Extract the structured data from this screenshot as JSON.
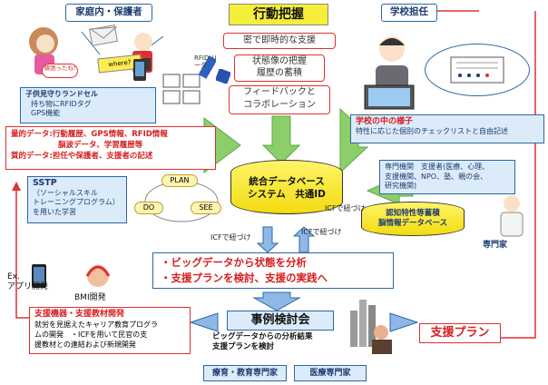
{
  "home_guardian": {
    "title": "家庭内・保護者",
    "bubble": "積張ったね!",
    "label": "where?"
  },
  "randoseru": {
    "title": "子供見守りランドセル",
    "line1": "持ち物にRFIDタグ",
    "line2": "GPS機能"
  },
  "rfid": {
    "tag": "RFID リーダ"
  },
  "action": {
    "title": "行動把握",
    "item1": "密で即時的な支援",
    "item2a": "状態像の把握",
    "item2b": "履歴の蓄積",
    "item3a": "フィードバックと",
    "item3b": "コラボレーション"
  },
  "teacher": {
    "title": "学校担任"
  },
  "school": {
    "title": "学校の中の様子",
    "line": "特性に応じた個別のチェックリストと自由記述"
  },
  "data_box": {
    "line1_label": "量的データ:",
    "line1_text": "行動履歴、GPS情報、RFID情報",
    "line2_text": "脳波データ、学習履歴等",
    "line3_label": "質的データ:",
    "line3_text": "担任や保護者、支援者の記述"
  },
  "sstp": {
    "title": "SSTP",
    "line1": "（ソーシャルスキル",
    "line2": "トレーニングプログラム）",
    "line3": "を用いた学習"
  },
  "cycle": {
    "plan": "PLAN",
    "do": "DO",
    "see": "SEE"
  },
  "db": {
    "line1": "統合データベース",
    "line2": "システム　共通ID"
  },
  "experts": {
    "line1": "専門機関　支援者(医療、心理、",
    "line2": "支援機関、NPO、塾、親の会、",
    "line3": "研究機関)"
  },
  "brain_db": {
    "line1": "認知特性等蓄積",
    "line2": "脳情報データベース"
  },
  "icf": {
    "left": "ICFで紐づけ",
    "right": "ICFで紐づけ",
    "mid": "ICFで紐づけ"
  },
  "specialist": {
    "label": "専門家"
  },
  "bigdata": {
    "line1": "・ビッグデータから状態を分析",
    "line2": "・支援プランを検討、支援の実践へ"
  },
  "devices": {
    "app": "Ex.\nアプリ開発",
    "bmi": "BMI開発"
  },
  "support_dev": {
    "title": "支援機器・支援教材開発",
    "line1": "就労を見据えたキャリア教育プログラ",
    "line2": "ムの開発　・ICFを用いて民官の支",
    "line3": "援教材との連結および新規開発"
  },
  "case": {
    "title": "事例検討会",
    "line1": "ビッグデータからの分析結果",
    "line2": "支援プランを検討"
  },
  "support_plan": {
    "title": "支援プラン"
  },
  "bottom": {
    "left": "療育・教育専門家",
    "right": "医療専門家"
  },
  "colors": {
    "red": "#e03030",
    "blue": "#2b67a6",
    "green": "#5cb85c",
    "yellow": "#f5e21a"
  }
}
